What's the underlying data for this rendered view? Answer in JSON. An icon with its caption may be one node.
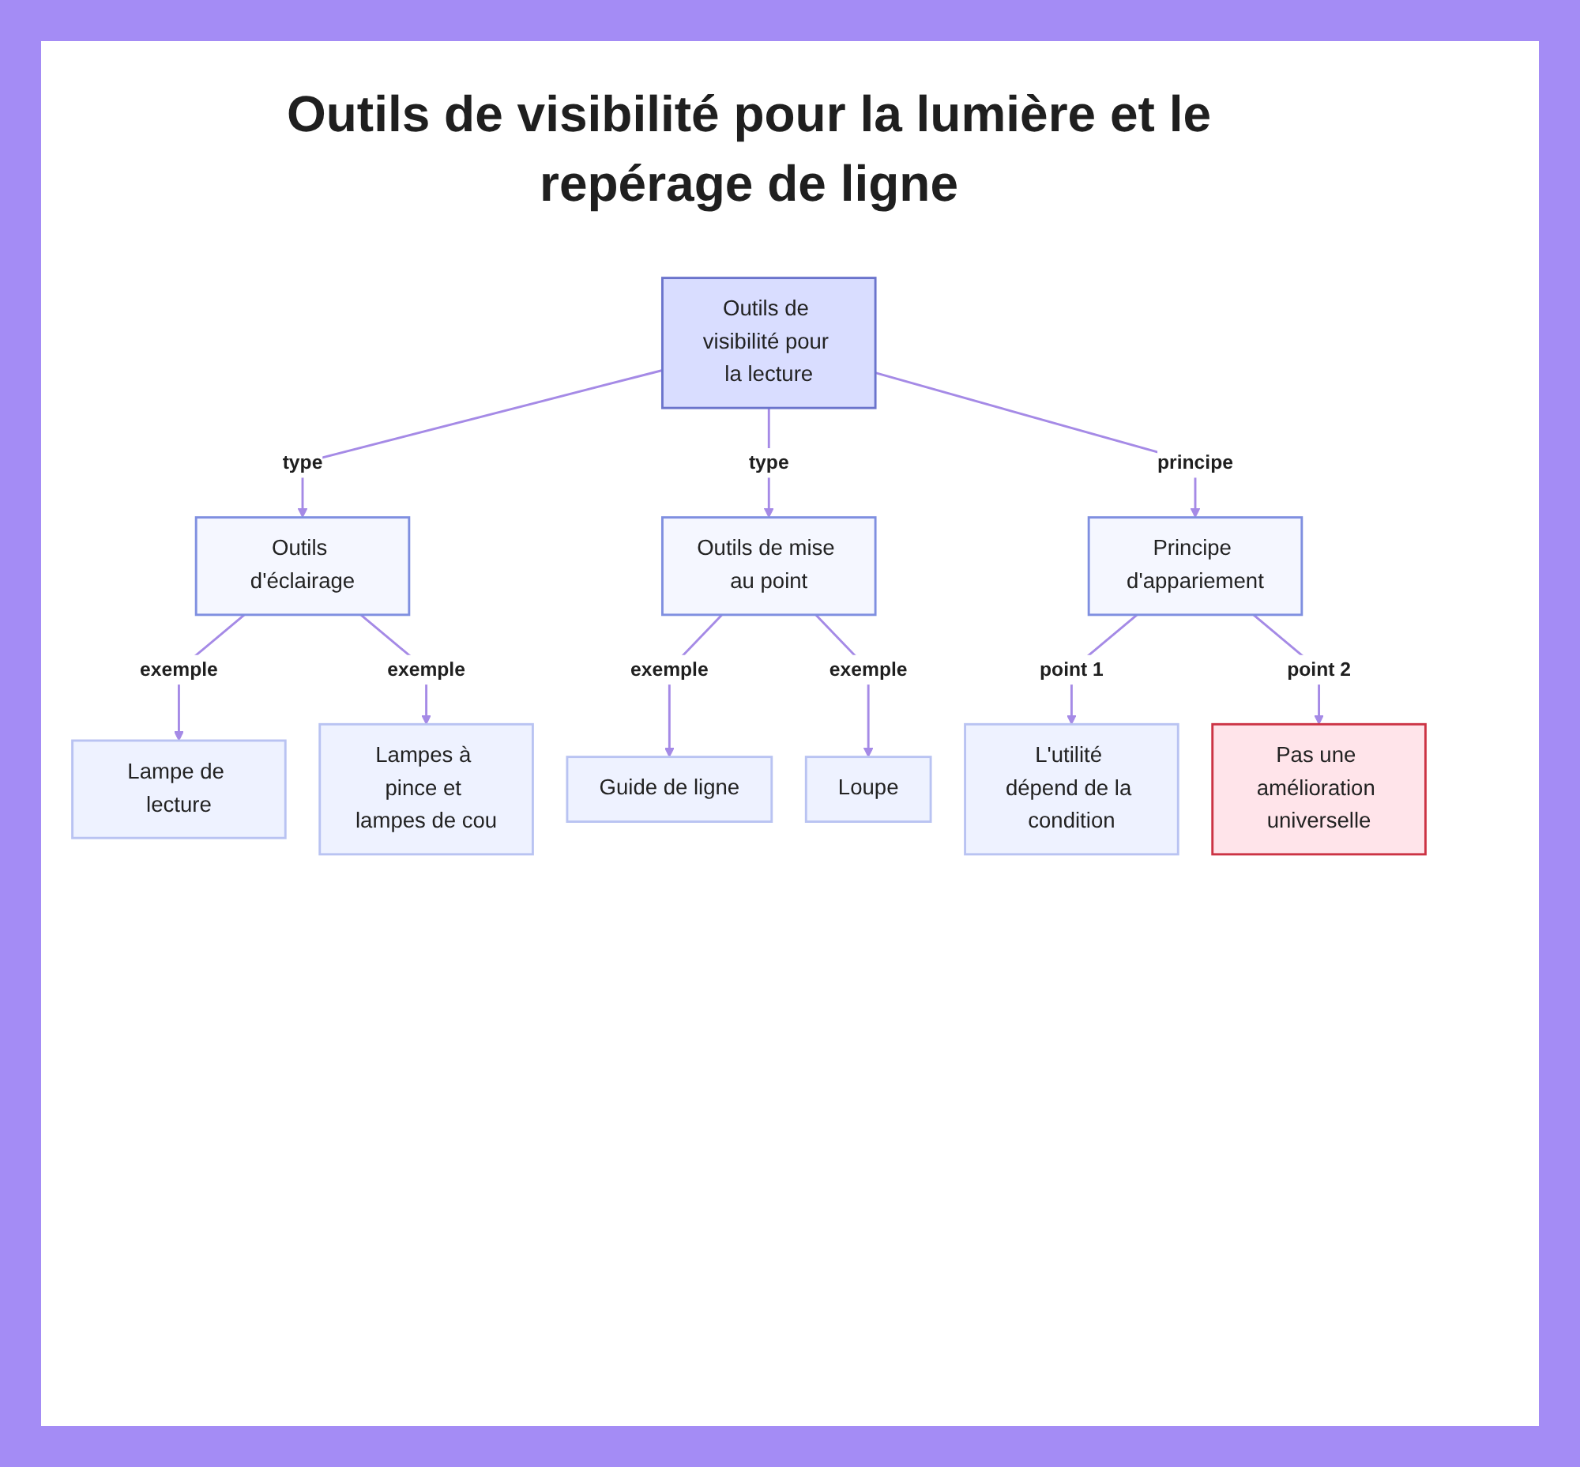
{
  "diagram": {
    "title": "Outils de visibilité pour la lumière et le repérage de ligne",
    "nodes": [
      {
        "text": [
          "Outils de visibilité pour la lecture"
        ]
      },
      {
        "text": [
          "Outils d'éclairage"
        ]
      },
      {
        "text": [
          "Outils de mise au point"
        ]
      },
      {
        "text": [
          "Principe d'appariement"
        ]
      },
      {
        "text": [
          "Lampe de lecture"
        ]
      },
      {
        "text": [
          "Lampes à pince et lampes de cou"
        ]
      },
      {
        "text": [
          "Guide de ligne"
        ]
      },
      {
        "text": [
          "Loupe"
        ]
      },
      {
        "text": [
          "L'utilité dépend de la condition"
        ]
      },
      {
        "text": [
          "Pas une amélioration universelle"
        ]
      }
    ],
    "edges": [
      {
        "from": 0,
        "to": 1,
        "arrow": "to",
        "label": "type"
      },
      {
        "from": 0,
        "to": 2,
        "arrow": "to",
        "label": "type"
      },
      {
        "from": 0,
        "to": 3,
        "arrow": "to",
        "label": "principe"
      },
      {
        "from": 1,
        "to": 4,
        "arrow": "to",
        "label": "exemple"
      },
      {
        "from": 1,
        "to": 5,
        "arrow": "to",
        "label": "exemple"
      },
      {
        "from": 2,
        "to": 6,
        "arrow": "to",
        "label": "exemple"
      },
      {
        "from": 2,
        "to": 7,
        "arrow": "to",
        "label": "exemple"
      },
      {
        "from": 3,
        "to": 8,
        "arrow": "to",
        "label": "point 1"
      },
      {
        "from": 3,
        "to": 9,
        "arrow": "to",
        "label": "point 2"
      }
    ]
  }
}
